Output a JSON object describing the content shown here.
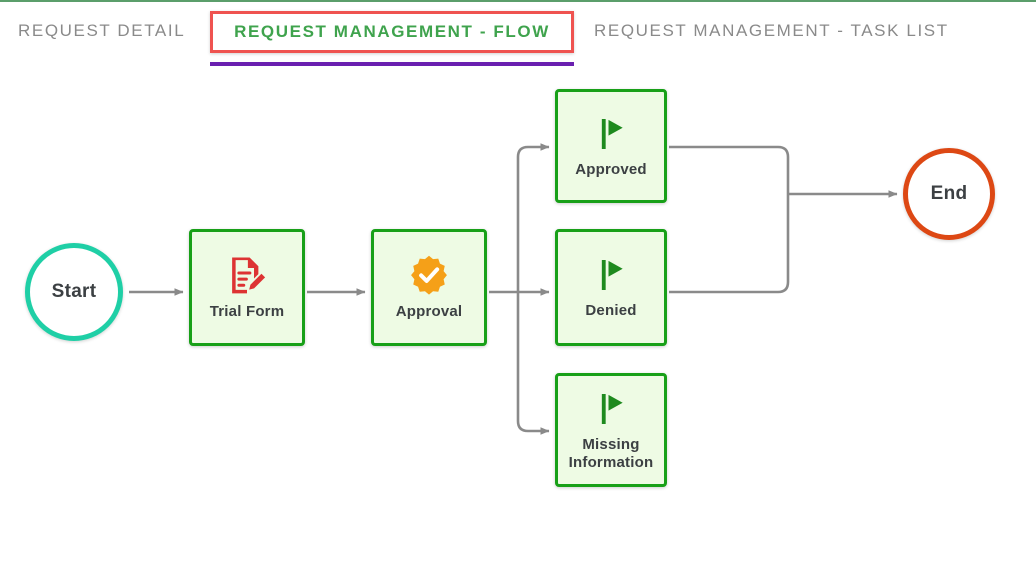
{
  "theme": {
    "page_background": "#ffffff",
    "top_rule_color": "#5b9e6b",
    "tab_inactive_color": "#8a8a8a",
    "tab_active_text_color": "#3fa34d",
    "tab_active_border_color": "#ef5350",
    "tab_active_underline_color": "#6a1fb0",
    "node_border_color": "#18a018",
    "node_fill_color": "#eefbe4",
    "node_label_color": "#3c4043",
    "start_color": "#1fcfa6",
    "end_color": "#dd4814",
    "connector_color": "#8a8a8a",
    "icon_document_color": "#dd3333",
    "icon_badge_color": "#f5a018",
    "icon_flag_color": "#1e8a1e"
  },
  "tabs": [
    {
      "id": "request-detail",
      "label": "REQUEST DETAIL",
      "active": false
    },
    {
      "id": "request-management-flow",
      "label": "REQUEST MANAGEMENT - FLOW",
      "active": true
    },
    {
      "id": "request-management-task-list",
      "label": "REQUEST MANAGEMENT - TASK LIST",
      "active": false
    }
  ],
  "flow": {
    "nodes": [
      {
        "id": "start",
        "type": "terminator",
        "label": "Start",
        "icon": "none"
      },
      {
        "id": "trial-form",
        "type": "task",
        "label": "Trial Form",
        "icon": "document-edit-icon"
      },
      {
        "id": "approval",
        "type": "task",
        "label": "Approval",
        "icon": "approval-badge-icon"
      },
      {
        "id": "approved",
        "type": "task",
        "label": "Approved",
        "icon": "flag-icon"
      },
      {
        "id": "denied",
        "type": "task",
        "label": "Denied",
        "icon": "flag-icon"
      },
      {
        "id": "missing",
        "type": "task",
        "label_line1": "Missing",
        "label_line2": "Information",
        "icon": "flag-icon"
      },
      {
        "id": "end",
        "type": "terminator",
        "label": "End",
        "icon": "none"
      }
    ],
    "edges": [
      {
        "from": "start",
        "to": "trial-form"
      },
      {
        "from": "trial-form",
        "to": "approval"
      },
      {
        "from": "approval",
        "to": "approved"
      },
      {
        "from": "approval",
        "to": "denied"
      },
      {
        "from": "approval",
        "to": "missing"
      },
      {
        "from": "approved",
        "to": "end"
      },
      {
        "from": "denied",
        "to": "end"
      }
    ]
  }
}
